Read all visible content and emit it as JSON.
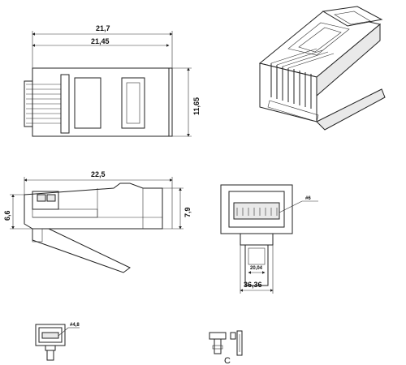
{
  "dimensions": {
    "top_width_outer": "21,7",
    "top_width_inner": "21,45",
    "top_height": "11,65",
    "side_length": "22,5",
    "side_height_left": "6,6",
    "side_height_right": "7,9",
    "front_pin_callout": "#6",
    "front_inner_width": "20,04",
    "front_outer_width": "36,36",
    "small_callout": "#4,8",
    "detail_label": "C"
  }
}
